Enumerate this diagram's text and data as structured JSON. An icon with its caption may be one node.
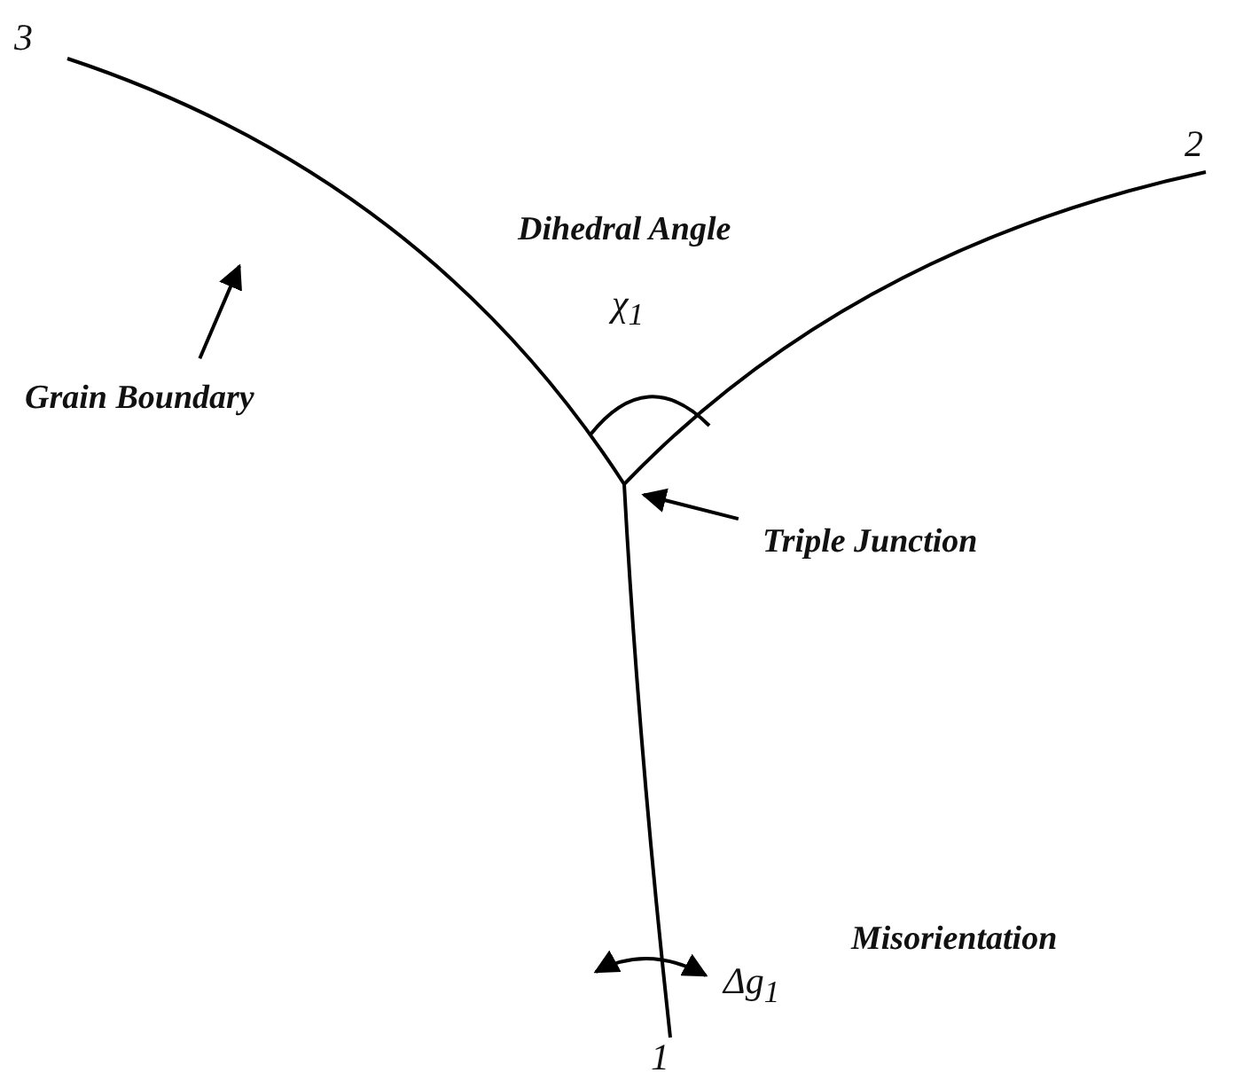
{
  "diagram": {
    "nodes": [
      {
        "text": [
          "Grain Boundary"
        ]
      },
      {
        "text": [
          "Triple Junction"
        ]
      }
    ],
    "edges": [
      {
        "from": 0,
        "to": null,
        "arrow": "to"
      },
      {
        "from": 1,
        "to": null,
        "arrow": "to"
      }
    ],
    "labels": [
      "3",
      "2",
      "Dihedral Angle",
      "χ$_{1}$",
      "Misorientation",
      "Δg$_{1}$",
      "1"
    ]
  }
}
